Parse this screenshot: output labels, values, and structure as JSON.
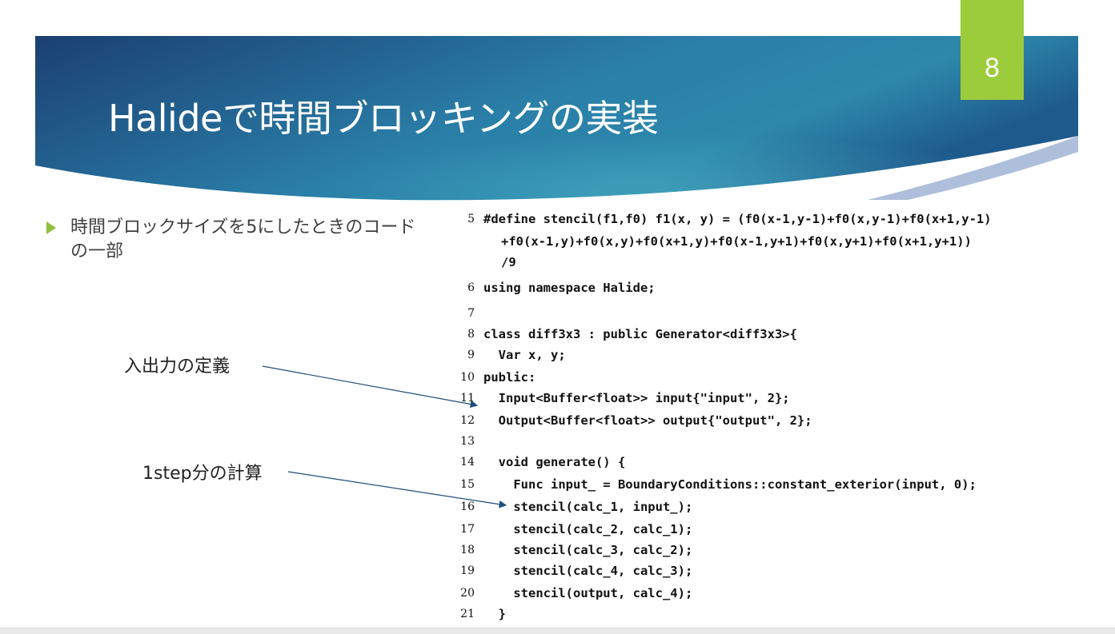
{
  "slide": {
    "title": "Halideで時間ブロッキングの実装",
    "page_number": "8",
    "bullet": "時間ブロックサイズを5にしたときのコードの一部"
  },
  "annotations": {
    "io_definition": "入出力の定義",
    "one_step": "1step分の計算"
  },
  "code_lines": [
    {
      "no": "5",
      "text": "#define stencil(f1,f0) f1(x, y) = (f0(x-1,y-1)+f0(x,y-1)+f0(x+1,y-1)"
    },
    {
      "no": "",
      "text": "  +f0(x-1,y)+f0(x,y)+f0(x+1,y)+f0(x-1,y+1)+f0(x,y+1)+f0(x+1,y+1))"
    },
    {
      "no": "",
      "text": "  /9"
    },
    {
      "no": "6",
      "text": "using namespace Halide;"
    },
    {
      "no": "7",
      "text": ""
    },
    {
      "no": "8",
      "text": "class diff3x3 : public Generator<diff3x3>{"
    },
    {
      "no": "9",
      "text": "  Var x, y;"
    },
    {
      "no": "10",
      "text": "public:"
    },
    {
      "no": "11",
      "text": "  Input<Buffer<float>> input{\"input\", 2};"
    },
    {
      "no": "12",
      "text": "  Output<Buffer<float>> output{\"output\", 2};"
    },
    {
      "no": "13",
      "text": ""
    },
    {
      "no": "14",
      "text": "  void generate() {"
    },
    {
      "no": "15",
      "text": "    Func input_ = BoundaryConditions::constant_exterior(input, 0);"
    },
    {
      "no": "16",
      "text": "    stencil(calc_1, input_);"
    },
    {
      "no": "17",
      "text": "    stencil(calc_2, calc_1);"
    },
    {
      "no": "18",
      "text": "    stencil(calc_3, calc_2);"
    },
    {
      "no": "19",
      "text": "    stencil(calc_4, calc_3);"
    },
    {
      "no": "20",
      "text": "    stencil(output, calc_4);"
    },
    {
      "no": "21",
      "text": "  }"
    }
  ],
  "colors": {
    "header_dark": "#1a4a7a",
    "header_light": "#2e8fb0",
    "accent_green": "#9ccb3b"
  }
}
